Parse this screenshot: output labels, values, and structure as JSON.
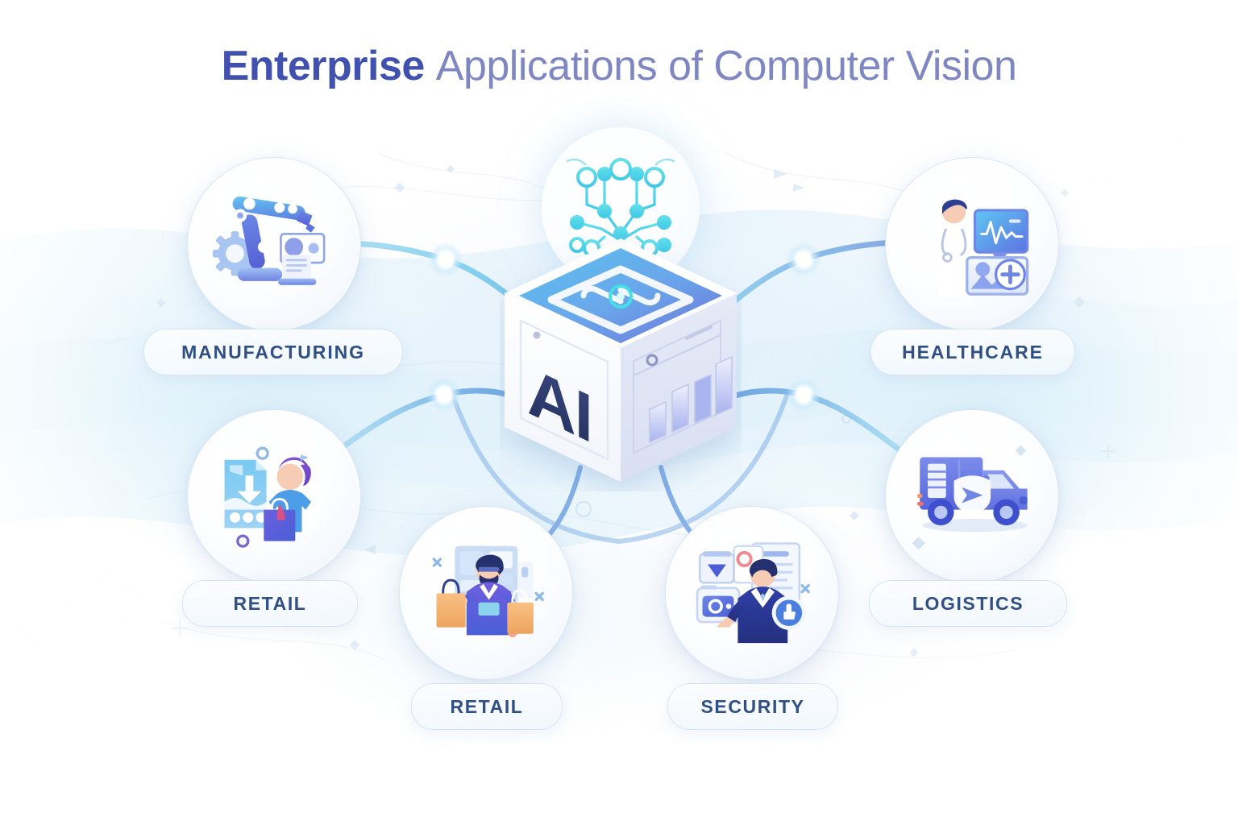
{
  "header": {
    "title_strong": "Enterprise",
    "title_rest": "Applications of Computer Vision",
    "title_full": "Enterprise Applications of Computer Vision",
    "color_strong": "#4051b0",
    "color_rest": "#7e86c4"
  },
  "center": {
    "cube_label": "AI",
    "cube_label_color": "#2b3a6b",
    "emblem": "neural-network-tree",
    "accent_cyan": "#45e0e6",
    "top_face_gradient": [
      "#5cc3f0",
      "#6f72d8"
    ]
  },
  "nodes": [
    {
      "label": "MANUFACTURING",
      "icon": "manufacturing-icon",
      "position": "top-left",
      "icon_description": "robotic arm with gear and inspection screen"
    },
    {
      "label": "HEALTHCARE",
      "icon": "healthcare-icon",
      "position": "top-right",
      "icon_description": "doctor with stethoscope, ECG monitor and medical cross panel"
    },
    {
      "label": "RETAIL",
      "icon": "retail-shopper-icon",
      "position": "mid-left",
      "icon_description": "shopper with bag and product card"
    },
    {
      "label": "RETAIL",
      "icon": "retail-customer-icon",
      "position": "bottom-center-left",
      "icon_description": "customer holding shopping bags in a store"
    },
    {
      "label": "SECURITY",
      "icon": "security-icon",
      "position": "bottom-center-right",
      "icon_description": "security officer with camera, monitor and verified badge"
    },
    {
      "label": "LOGISTICS",
      "icon": "logistics-truck-icon",
      "position": "mid-right",
      "icon_description": "delivery truck with shield and arrow badge"
    }
  ],
  "style": {
    "label_text_color": "#2f4f86",
    "connector_color_light": "#7fcdec",
    "connector_color_deep": "#4a86d8",
    "background": "#ffffff",
    "background_wash": "#ddf1fb",
    "node_count": 6,
    "connector_node_count": 4
  }
}
